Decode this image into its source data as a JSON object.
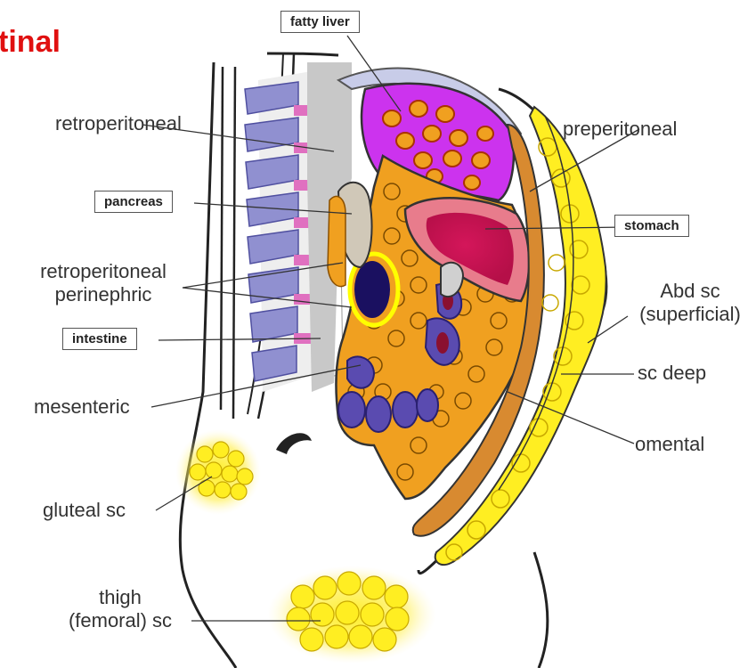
{
  "title": "tinal",
  "labels": {
    "fatty_liver": "fatty liver",
    "retroperitoneal": "retroperitoneal",
    "preperitoneal": "preperitoneal",
    "pancreas": "pancreas",
    "stomach": "stomach",
    "retroperitoneal_perinephric_1": "retroperitoneal",
    "retroperitoneal_perinephric_2": "perinephric",
    "abd_sc_1": "Abd sc",
    "abd_sc_2": "(superficial)",
    "intestine": "intestine",
    "sc_deep": "sc deep",
    "mesenteric": "mesenteric",
    "omental": "omental",
    "gluteal_sc": "gluteal sc",
    "thigh_1": "thigh",
    "thigh_2": "(femoral) sc"
  },
  "colors": {
    "title": "#e01010",
    "liver": "#cc33ee",
    "stomach": "#cc1155",
    "fat_yellow": "#ffee22",
    "fat_orange": "#f0a020",
    "spine": "#8888cc",
    "disc": "#e070c0"
  }
}
